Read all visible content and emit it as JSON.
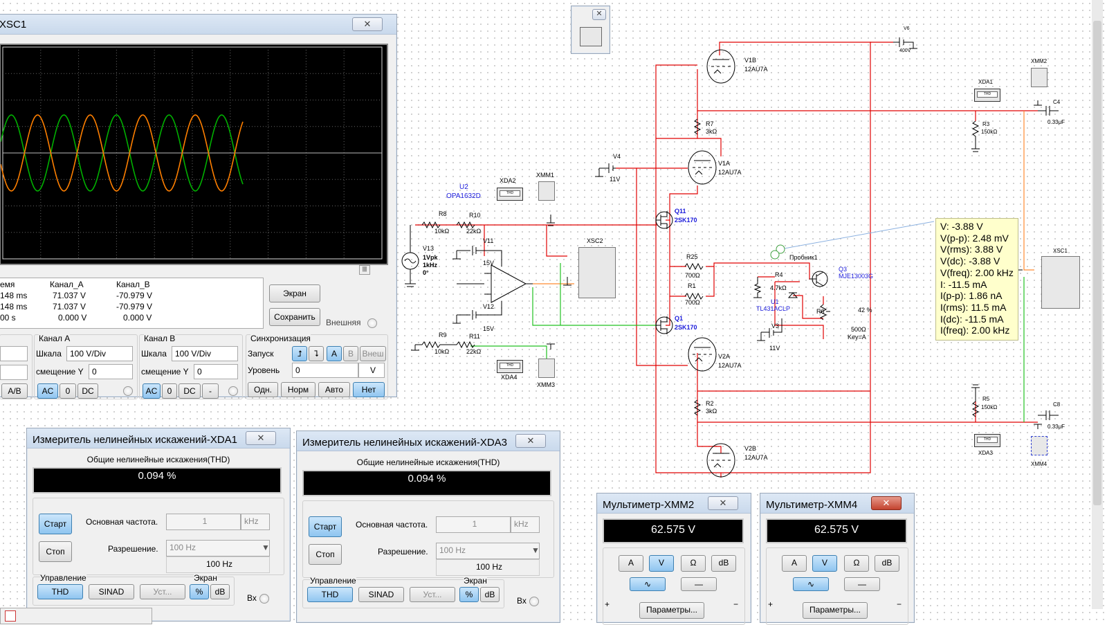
{
  "scope_window": {
    "title": "XSC1",
    "channel_a_color": "#ff7f00",
    "channel_b_color": "#00b000",
    "readout_headers": [
      "емя",
      "Канал_A",
      "Канал_B"
    ],
    "readout_rows": [
      [
        "148 ms",
        "71.037 V",
        "-70.979 V"
      ],
      [
        "148 ms",
        "71.037 V",
        "-70.979 V"
      ],
      [
        "00 s",
        "0.000 V",
        "0.000 V"
      ]
    ],
    "screen_button": "Экран",
    "save_button": "Сохранить",
    "external_label": "Внешняя",
    "ab_button": "A/B",
    "channel_a": {
      "title": "Канал A",
      "scale_label": "Шкала",
      "scale_value": "100  V/Div",
      "offset_label": "смещение Y",
      "offset_value": "0",
      "coupling": [
        "AC",
        "0",
        "DC"
      ]
    },
    "channel_b": {
      "title": "Канал B",
      "scale_label": "Шкала",
      "scale_value": "100  V/Div",
      "offset_label": "смещение Y",
      "offset_value": "0",
      "coupling": [
        "AC",
        "0",
        "DC",
        "-"
      ]
    },
    "sync": {
      "title": "Синхронизация",
      "trigger_label": "Запуск",
      "trigger_sources": [
        "A",
        "B",
        "Внеш"
      ],
      "level_label": "Уровень",
      "level_value": "0",
      "level_unit": "V",
      "modes": [
        "Одн.",
        "Норм",
        "Авто",
        "Нет"
      ]
    }
  },
  "xda1": {
    "title": "Измеритель нелинейных искажений-XDA1",
    "subtitle": "Общие нелинейные искажения(THD)",
    "value": "0.094 %",
    "start": "Старт",
    "stop": "Стоп",
    "freq_label": "Основная частота.",
    "freq_value": "1",
    "freq_unit": "kHz",
    "res_label": "Разрешение.",
    "res_value": "100 Hz",
    "res_value2": "100 Hz",
    "control_label": "Управление",
    "control_buttons": [
      "THD",
      "SINAD",
      "Уст..."
    ],
    "display_label": "Экран",
    "display_buttons": [
      "%",
      "dB"
    ],
    "input_label": "Вх"
  },
  "xda3": {
    "title": "Измеритель нелинейных искажений-XDA3",
    "subtitle": "Общие нелинейные искажения(THD)",
    "value": "0.094 %",
    "start": "Старт",
    "stop": "Стоп",
    "freq_label": "Основная частота.",
    "freq_value": "1",
    "freq_unit": "kHz",
    "res_label": "Разрешение.",
    "res_value": "100 Hz",
    "res_value2": "100 Hz",
    "control_label": "Управление",
    "control_buttons": [
      "THD",
      "SINAD",
      "Уст..."
    ],
    "display_label": "Экран",
    "display_buttons": [
      "%",
      "dB"
    ],
    "input_label": "Вх"
  },
  "xmm2": {
    "title": "Мультиметр-XMM2",
    "value": "62.575 V",
    "modes": [
      "A",
      "V",
      "Ω",
      "dB"
    ],
    "params": "Параметры...",
    "plus": "+",
    "minus": "−"
  },
  "xmm4": {
    "title": "Мультиметр-XMM4",
    "value": "62.575 V",
    "modes": [
      "A",
      "V",
      "Ω",
      "dB"
    ],
    "params": "Параметры...",
    "plus": "+",
    "minus": "−"
  },
  "probe_tooltip": [
    "V: -3.88 V",
    "V(p-p): 2.48 mV",
    "V(rms): 3.88 V",
    "V(dc): -3.88 V",
    "V(freq): 2.00 kHz",
    "I: -11.5 mA",
    "I(p-p): 1.86 nA",
    "I(rms): 11.5 mA",
    "I(dc): -11.5 mA",
    "I(freq): 2.00 kHz"
  ],
  "schematic": {
    "u2": "U2",
    "u2_part": "OPA1632D",
    "xda2": "XDA2",
    "xmm1": "XMM1",
    "xsc2": "XSC2",
    "xda4": "XDA4",
    "xmm3": "XMM3",
    "r8": "R8",
    "r8_val": "10kΩ",
    "r10": "R10",
    "r10_val": "22kΩ",
    "r9": "R9",
    "r9_val": "10kΩ",
    "r11": "R11",
    "r11_val": "22kΩ",
    "v11": "V11",
    "v11_val": "15V",
    "v12": "V12",
    "v12_val": "15V",
    "v13": "V13",
    "v13_val1": "1Vpk",
    "v13_val2": "1kHz",
    "v13_val3": "0°",
    "v4": "V4",
    "v4_val": "11V",
    "v3": "V3",
    "v3_val": "11V",
    "v6": "V6",
    "v6_val": "400V",
    "v1b": "V1B",
    "v1b_part": "12AU7A",
    "v1a": "V1A",
    "v1a_part": "12AU7A",
    "v2a": "V2A",
    "v2a_part": "12AU7A",
    "v2b": "V2B",
    "v2b_part": "12AU7A",
    "r7": "R7",
    "r7_val": "3kΩ",
    "r2": "R2",
    "r2_val": "3kΩ",
    "q11": "Q11",
    "q11_part": "2SK170",
    "q1": "Q1",
    "q1_part": "2SK170",
    "r25": "R25",
    "r25_val": "700Ω",
    "r1": "R1",
    "r1_val": "700Ω",
    "probe": "Пробник1",
    "q3": "Q3",
    "q3_part": "MJE13003G",
    "r4": "R4",
    "r4_val": "4.7kΩ",
    "u1": "U1",
    "u1_part": "TL431ACLP",
    "r6": "R6",
    "r6_pct": "42 %",
    "r6_val": "500Ω",
    "r6_key": "Key=A",
    "xda1_sym": "XDA1",
    "xda3_sym": "XDA3",
    "xmm2_sym": "XMM2",
    "xmm4_sym": "XMM4",
    "xsc1_sym": "XSC1",
    "r3": "R3",
    "r3_val": "150kΩ",
    "r5": "R5",
    "r5_val": "150kΩ",
    "c4": "C4",
    "c4_val": "0.33μF",
    "c8": "C8",
    "c8_val": "0.33μF",
    "thd_tag": "THD"
  }
}
